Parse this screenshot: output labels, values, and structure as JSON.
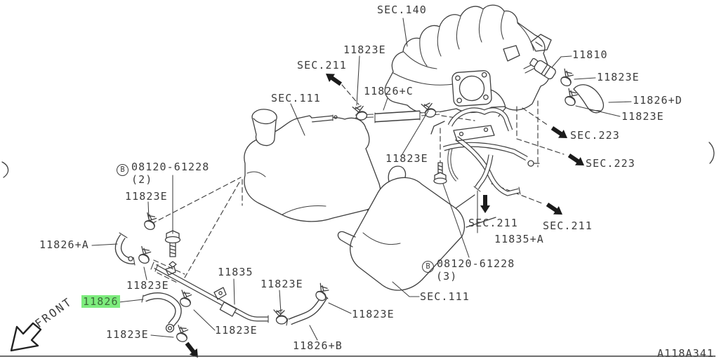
{
  "drawing": {
    "code": "A118A341",
    "front": "FRONT"
  },
  "sections": {
    "s140": "SEC.140",
    "s211": "SEC.211",
    "s223": "SEC.223",
    "s111": "SEC.111"
  },
  "parts": {
    "p11810": "11810",
    "clamp": "11823E",
    "hose_main": "11826",
    "hose_a": "11826+A",
    "hose_b": "11826+B",
    "hose_c": "11826+C",
    "hose_d": "11826+D",
    "pipe": "11835",
    "pipe_a": "11835+A"
  },
  "bolt": {
    "symbol": "B",
    "number": "08120-61228",
    "qty2": "(2)",
    "qty3": "(3)"
  },
  "icons": {
    "section_arrow": "filled-direction-arrow",
    "front_arrow": "outline-front-arrow"
  },
  "colors": {
    "highlight": "#7dec7d",
    "line": "#3f3f3f"
  }
}
